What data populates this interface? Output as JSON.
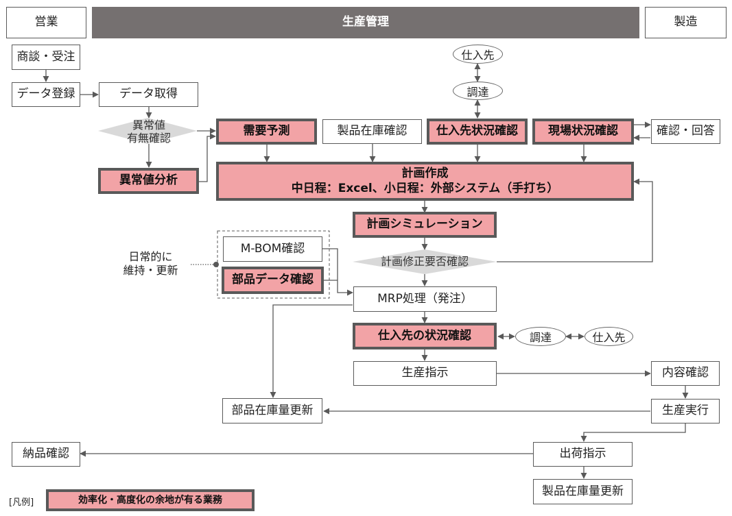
{
  "lanes": {
    "sales": "営業",
    "production_control": "生産管理",
    "manufacturing": "製造"
  },
  "nodes": {
    "negotiation_order": "商談・受注",
    "data_registration": "データ登録",
    "data_acquisition": "データ取得",
    "anomaly_check_line1": "異常値",
    "anomaly_check_line2": "有無確認",
    "anomaly_analysis": "異常値分析",
    "demand_forecast": "需要予測",
    "product_stock_check": "製品在庫確認",
    "supplier_status_check": "仕入先状況確認",
    "site_status_check": "現場状況確認",
    "confirm_answer": "確認・回答",
    "supplier_top": "仕入先",
    "procurement_top": "調達",
    "plan_creation_line1": "計画作成",
    "plan_creation_line2": "中日程：Excel、小日程：外部システム（手打ち）",
    "plan_simulation": "計画シミュレーション",
    "plan_revision_check": "計画修正要否確認",
    "mbom_check": "M-BOM確認",
    "parts_data_check": "部品データ確認",
    "daily_maintenance_line1": "日常的に",
    "daily_maintenance_line2": "維持・更新",
    "mrp_processing": "MRP処理（発注）",
    "supplier_condition_check": "仕入先の状況確認",
    "procurement_bottom": "調達",
    "supplier_bottom": "仕入先",
    "production_instruction": "生産指示",
    "content_check": "内容確認",
    "production_execution": "生産実行",
    "parts_stock_update": "部品在庫量更新",
    "delivery_check": "納品確認",
    "shipping_instruction": "出荷指示",
    "product_stock_update": "製品在庫量更新"
  },
  "legend": {
    "label": "[凡例]",
    "highlight_meaning": "効率化・高度化の余地が有る業務"
  },
  "colors": {
    "highlight_fill": "#f2a3a6",
    "highlight_border": "#595959",
    "lane_header": "#757070",
    "connector": "#595959",
    "diamond": "#d9d9d9"
  }
}
